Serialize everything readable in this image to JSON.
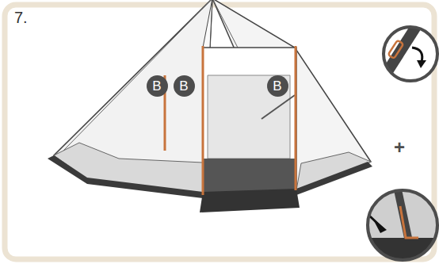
{
  "diagram": {
    "nodes": [
      {
        "text": [
          "B"
        ]
      },
      {
        "text": [
          "B"
        ]
      },
      {
        "text": [
          "B"
        ]
      }
    ],
    "labels": [
      "7.",
      "+"
    ]
  }
}
